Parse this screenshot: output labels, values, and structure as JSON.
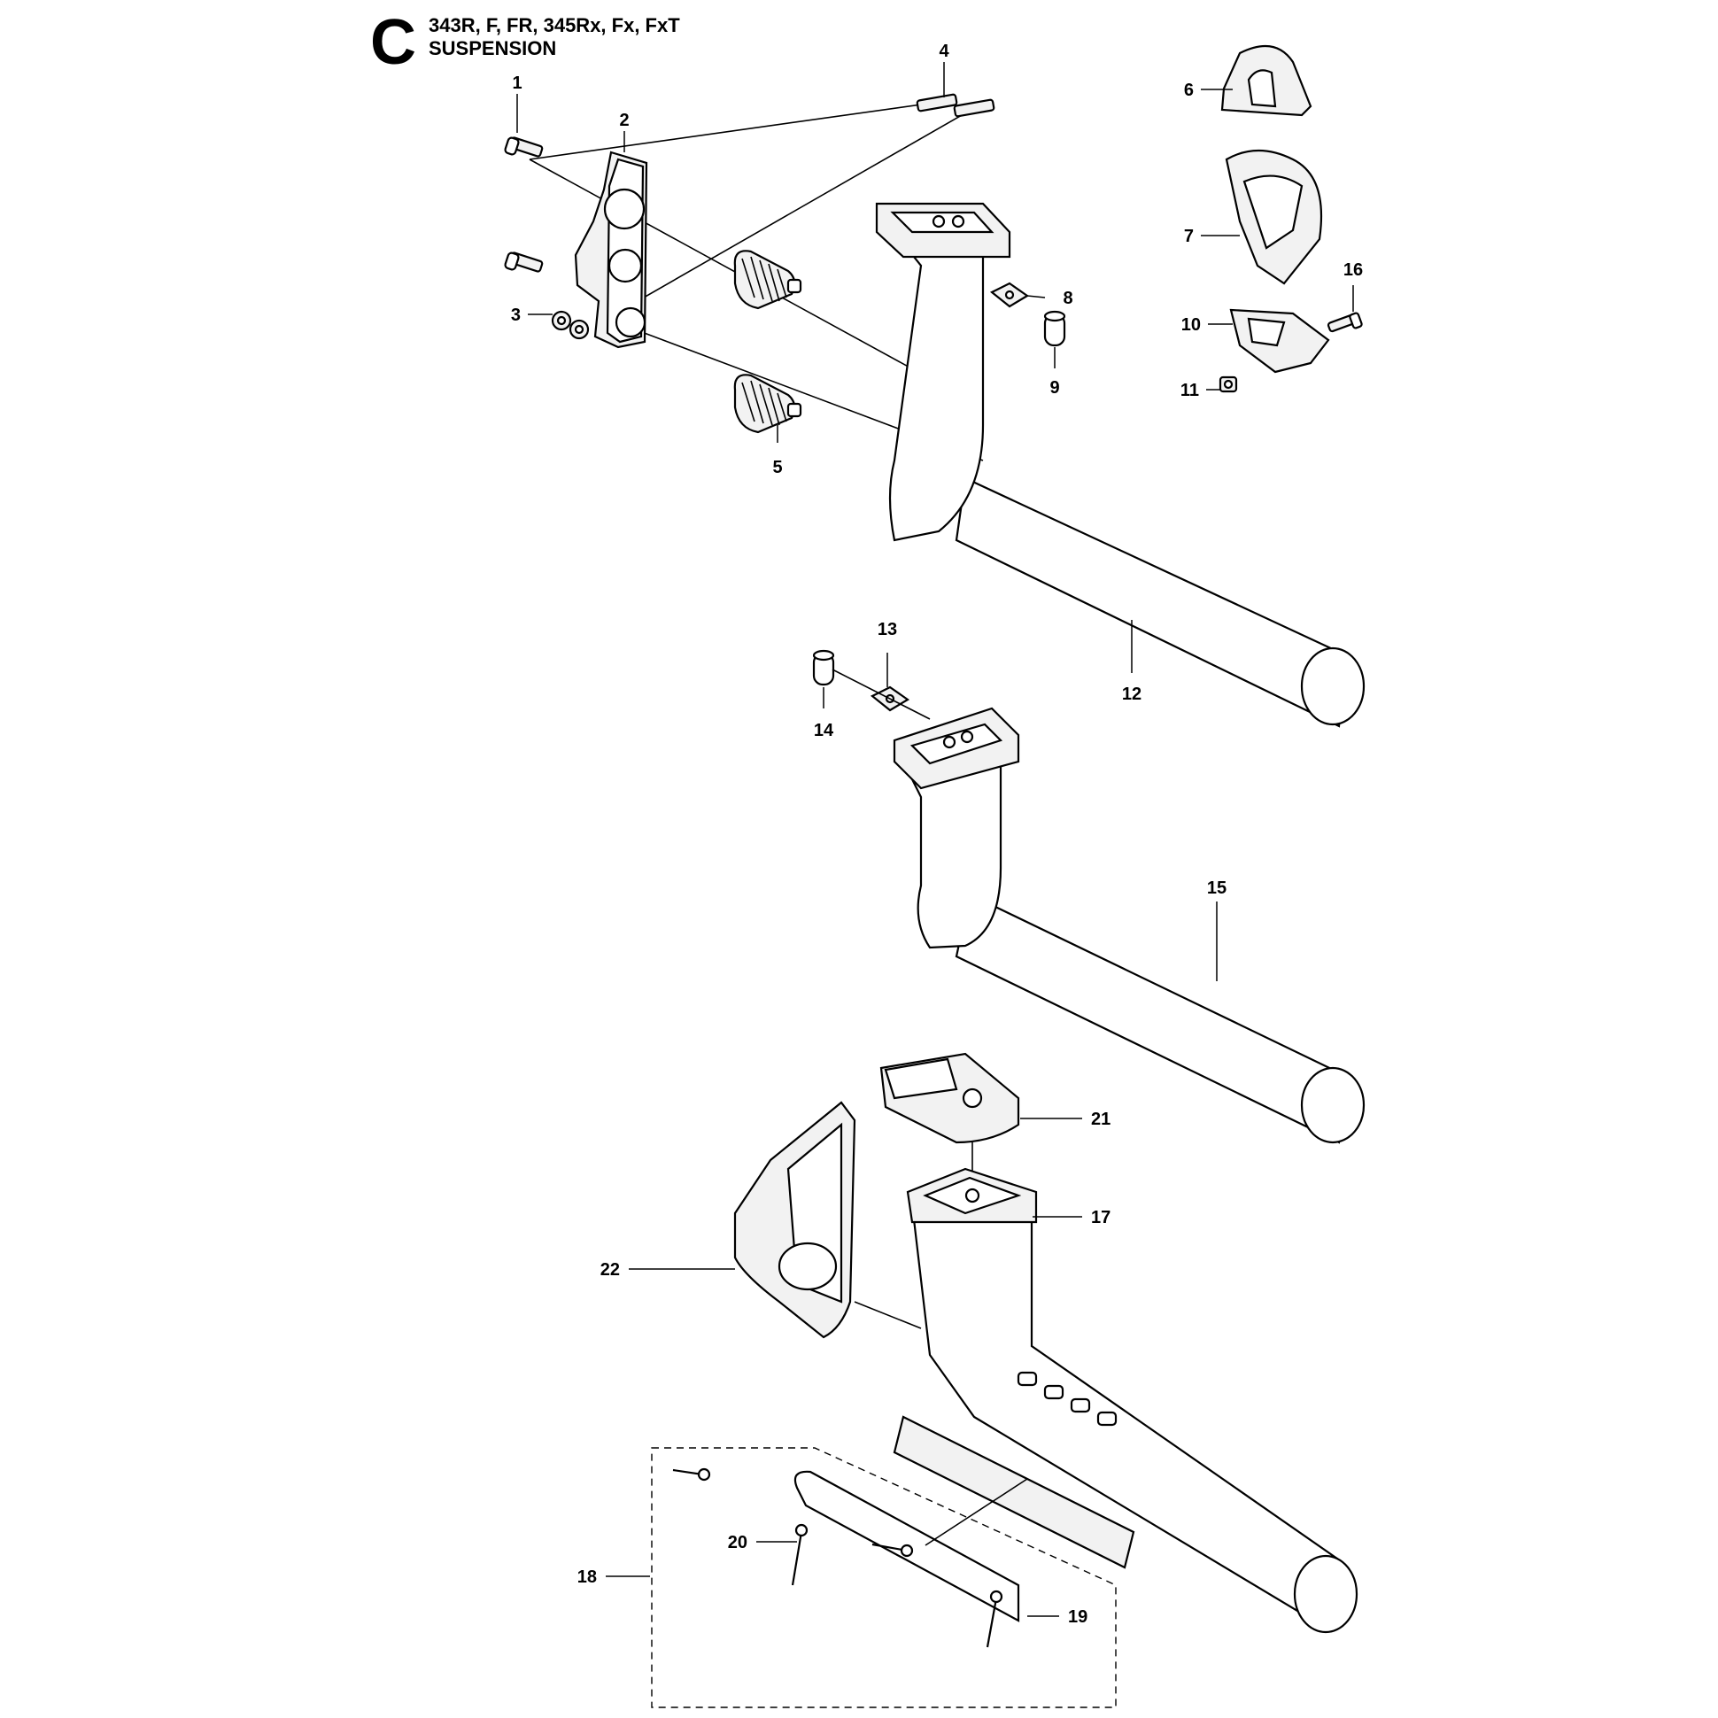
{
  "header": {
    "section_letter": "C",
    "models": "343R, F, FR, 345Rx, Fx, FxT",
    "title": "SUSPENSION"
  },
  "callouts": [
    "1",
    "2",
    "3",
    "4",
    "5",
    "6",
    "7",
    "8",
    "9",
    "10",
    "11",
    "12",
    "13",
    "14",
    "15",
    "16",
    "17",
    "18",
    "19",
    "20",
    "21",
    "22"
  ]
}
